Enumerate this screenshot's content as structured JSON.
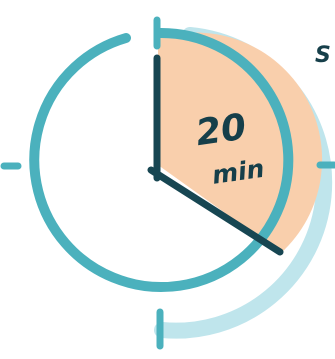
{
  "illustration": {
    "duration_label": "20",
    "unit_label": "min",
    "partial_word": "S",
    "elapsed_minutes": 20,
    "minutes_per_revolution": 60
  },
  "colors": {
    "ring": "#4bb1bd",
    "ring_shadow": "#bfe5ec",
    "sector_fill": "#f9cfac",
    "hands": "#174652",
    "text": "#163f4a"
  },
  "icons": {
    "clock": "clock-icon"
  }
}
